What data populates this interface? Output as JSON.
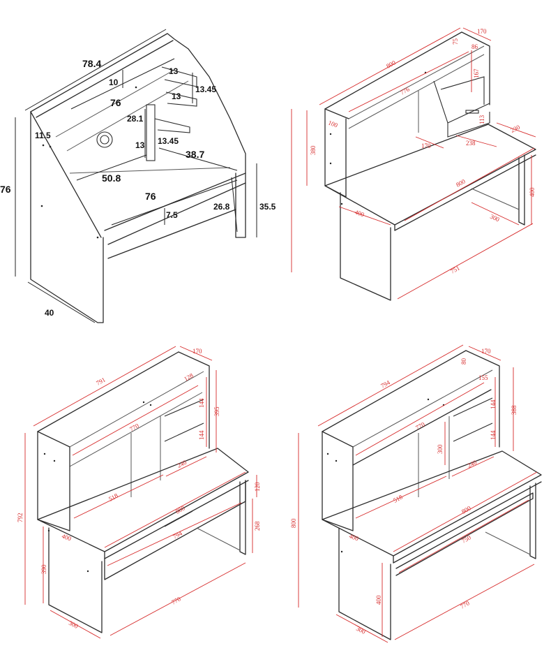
{
  "panel_a": {
    "labels": [
      "78.4",
      "10",
      "13",
      "76",
      "13",
      "13.45",
      "11.5",
      "28.1",
      "13",
      "13.45",
      "38.7",
      "76",
      "50.8",
      "76",
      "7.5",
      "26.8",
      "35.5",
      "40"
    ]
  },
  "panel_b": {
    "labels": [
      "800",
      "170",
      "75",
      "86",
      "776",
      "167",
      "380",
      "100",
      "170",
      "113",
      "238",
      "230",
      "800",
      "400",
      "400",
      "300",
      "751"
    ]
  },
  "panel_c": {
    "labels": [
      "791",
      "170",
      "128",
      "144",
      "395",
      "770",
      "144",
      "240",
      "518",
      "800",
      "120",
      "792",
      "268",
      "400",
      "794",
      "390",
      "770",
      "300"
    ]
  },
  "panel_d": {
    "labels": [
      "794",
      "170",
      "80",
      "155",
      "144",
      "388",
      "770",
      "300",
      "144",
      "240",
      "518",
      "800",
      "800",
      "400",
      "750",
      "400",
      "770",
      "300"
    ]
  }
}
